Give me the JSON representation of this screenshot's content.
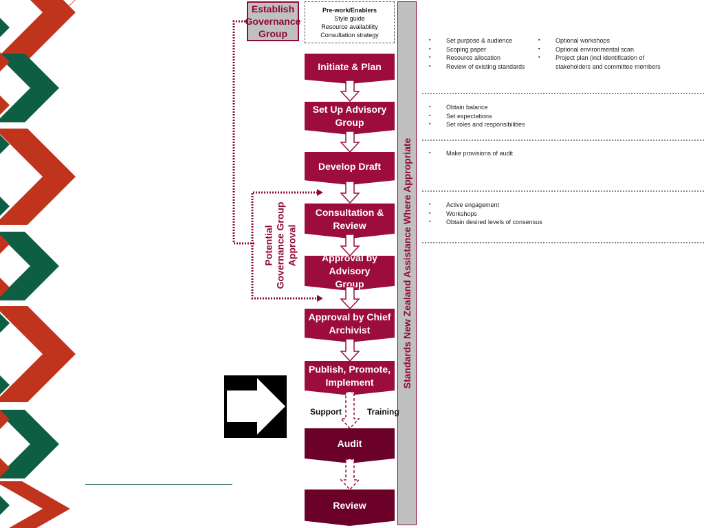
{
  "governance_box": "Establish\nGovernance\nGroup",
  "prework": {
    "title": "Pre-work/Enablers",
    "items": [
      "Style guide",
      "Resource availability",
      "Consultation strategy"
    ]
  },
  "steps": [
    "Initiate & Plan",
    "Set Up  Advisory\nGroup",
    "Develop Draft",
    "Consultation &\nReview",
    "Approval by Advisory\nGroup",
    "Approval by Chief\nArchivist",
    "Publish, Promote,\nImplement",
    "Audit",
    "Review"
  ],
  "sidebar_text": "Standards New Zealand Assistance Where Appropriate",
  "approval_label": "Potential\nGovernance Group\nApproval",
  "support_label": "Support",
  "training_label": "Training",
  "notes": {
    "initiate_col1": [
      "Set purpose & audience",
      "Scoping paper",
      "Resource allocation",
      "Review of existing standards"
    ],
    "initiate_col2": [
      "Optional workshops",
      "Optional environmental scan",
      "Project plan (incl identification of stakeholders and committee members"
    ],
    "advisory": [
      "Obtain balance",
      "Set expectations",
      "Set roles and responsibilities"
    ],
    "draft": [
      "Make provisions of audit"
    ],
    "consultation": [
      "Active engagement",
      "Workshops",
      "Obtain desired levels of consensus"
    ]
  },
  "colors": {
    "maroon": "#9c0d3e",
    "dark_maroon": "#6b0128",
    "red": "#c0331d",
    "green": "#0e5e44",
    "grey": "#c0c0c0"
  }
}
